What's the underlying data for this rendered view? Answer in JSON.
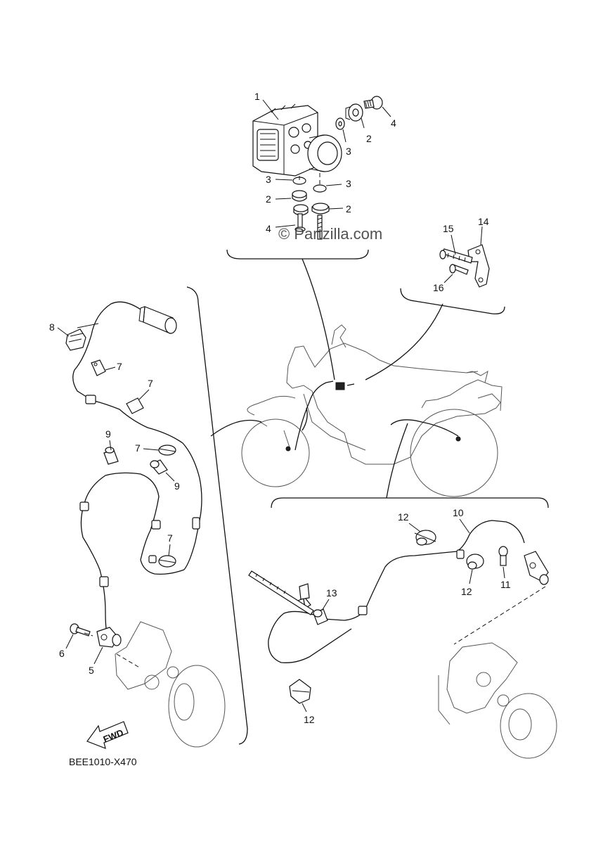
{
  "watermark": "© Partzilla.com",
  "diagram_code": "BEE1010-X470",
  "fwd_label": "FWD",
  "callouts": [
    "1",
    "2",
    "3",
    "4",
    "5",
    "6",
    "7",
    "8",
    "9",
    "10",
    "11",
    "12",
    "13",
    "14",
    "15",
    "16"
  ]
}
